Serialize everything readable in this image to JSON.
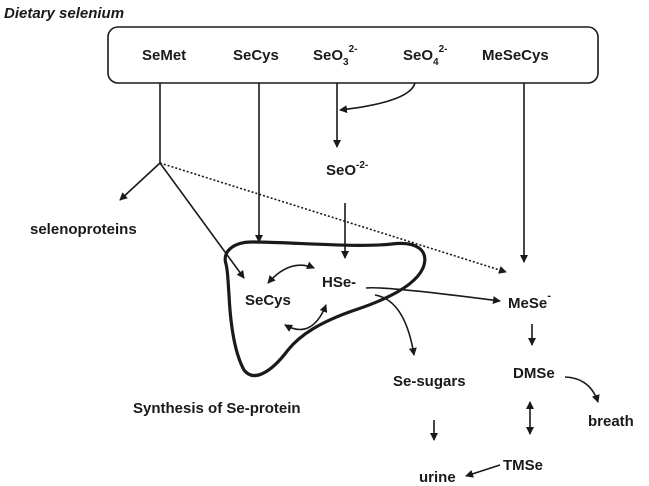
{
  "title": "Dietary selenium",
  "sources": {
    "semet": "SeMet",
    "secys": "SeCys",
    "seo3_base": "SeO",
    "seo3_sub": "3",
    "seo3_sup": "2-",
    "seo4_base": "SeO",
    "seo4_sub": "4",
    "seo4_sup": "2-",
    "mesecys": "MeSeCys"
  },
  "nodes": {
    "seo_base": "SeO",
    "seo_sup": "-2-",
    "selenoproteins": "selenoproteins",
    "liver_hse": "HSe-",
    "liver_secys": "SeCys",
    "mese_base": "MeSe",
    "mese_sup": "-",
    "se_sugars": "Se-sugars",
    "dmse": "DMSe",
    "breath": "breath",
    "tmse": "TMSe",
    "urine": "urine",
    "synthesis": "Synthesis of Se-protein"
  }
}
